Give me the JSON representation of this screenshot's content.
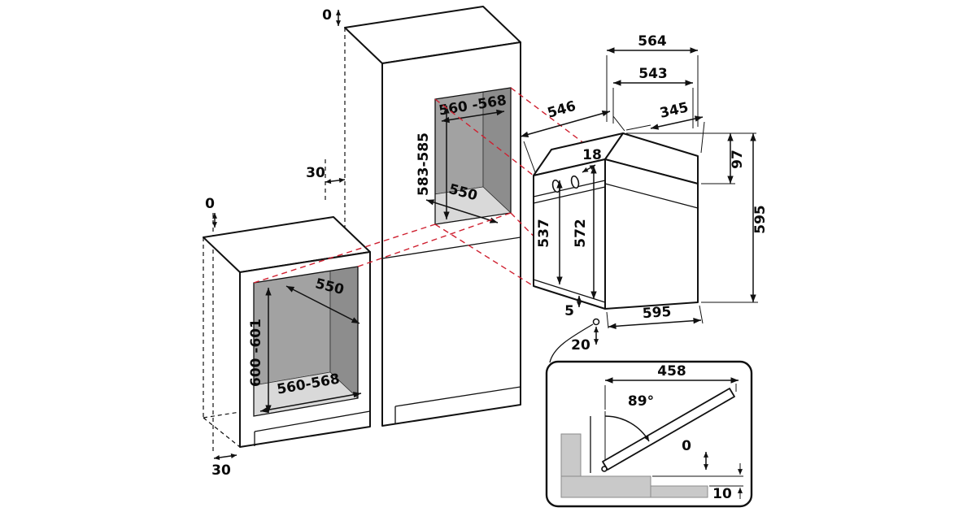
{
  "diagram": {
    "background": "#ffffff",
    "line_color": "#111111",
    "projection_color": "#cf2030",
    "niche_back_gray": "#a2a2a2",
    "niche_floor_gray": "#d9d9d9",
    "tall_cabinet": {
      "top_gap": "0",
      "niche_width": "560 -568",
      "niche_height": "583-585",
      "niche_depth": "550",
      "side_gap": "30"
    },
    "base_cabinet": {
      "rear_gap": "0",
      "niche_depth": "550",
      "niche_height": "600 -601",
      "niche_width": "560-568",
      "plinth_recess": "30"
    },
    "oven": {
      "depth_overall": "564",
      "depth_body": "543",
      "top_width": "546",
      "top_rear": "345",
      "door_top": "18",
      "panel_height": "97",
      "height": "595",
      "front_height_inner": "537",
      "front_height": "572",
      "bottom_gap": "5",
      "width": "595",
      "bottom_clearance": "20"
    },
    "door_detail": {
      "door_length": "458",
      "open_angle": "89°",
      "gap": "0",
      "floor_gap": "10"
    }
  }
}
